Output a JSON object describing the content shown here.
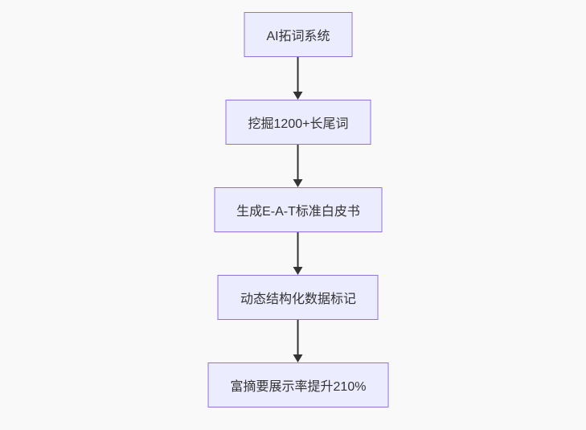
{
  "page": {
    "background_color": "#f9f9f9"
  },
  "flowchart": {
    "type": "flowchart",
    "direction": "top-down",
    "node_fill_color": "#ECECFF",
    "node_border_color": "#9370DB",
    "node_text_color": "#333333",
    "arrow_color": "#333333",
    "nodes": [
      {
        "id": "n1",
        "label": "AI拓词系统"
      },
      {
        "id": "n2",
        "label": "挖掘1200+长尾词"
      },
      {
        "id": "n3",
        "label": "生成E-A-T标准白皮书"
      },
      {
        "id": "n4",
        "label": "动态结构化数据标记"
      },
      {
        "id": "n5",
        "label": "富摘要展示率提升210%"
      }
    ],
    "edges": [
      {
        "from": "n1",
        "to": "n2"
      },
      {
        "from": "n2",
        "to": "n3"
      },
      {
        "from": "n3",
        "to": "n4"
      },
      {
        "from": "n4",
        "to": "n5"
      }
    ]
  }
}
